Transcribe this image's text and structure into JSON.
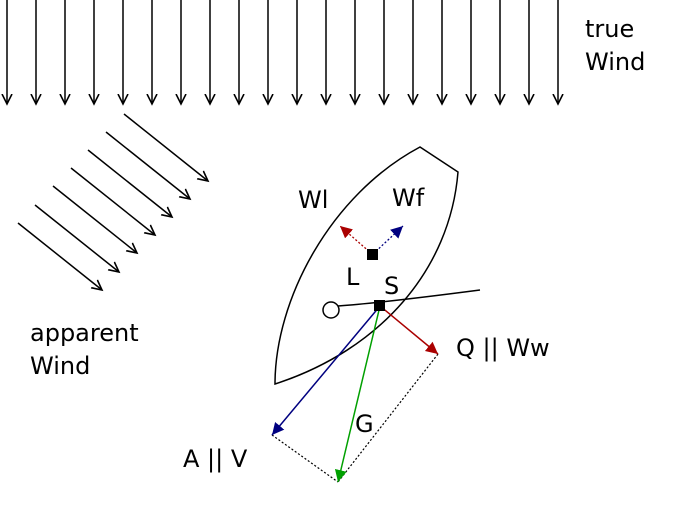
{
  "labels": {
    "true_wind_line1": "true",
    "true_wind_line2": "Wind",
    "apparent_wind_line1": "apparent",
    "apparent_wind_line2": "Wind",
    "wl": "Wl",
    "wf": "Wf",
    "l": "L",
    "s": "S",
    "q_ww": "Q || Ww",
    "g": "G",
    "a_v": "A || V"
  },
  "colors": {
    "line": "#000000",
    "red_force": "#aa0000",
    "blue_force": "#000080",
    "green_force": "#00a000"
  },
  "icons": {
    "arrowhead": "open-chevron",
    "point_marker": "filled-square",
    "mast": "circle"
  }
}
